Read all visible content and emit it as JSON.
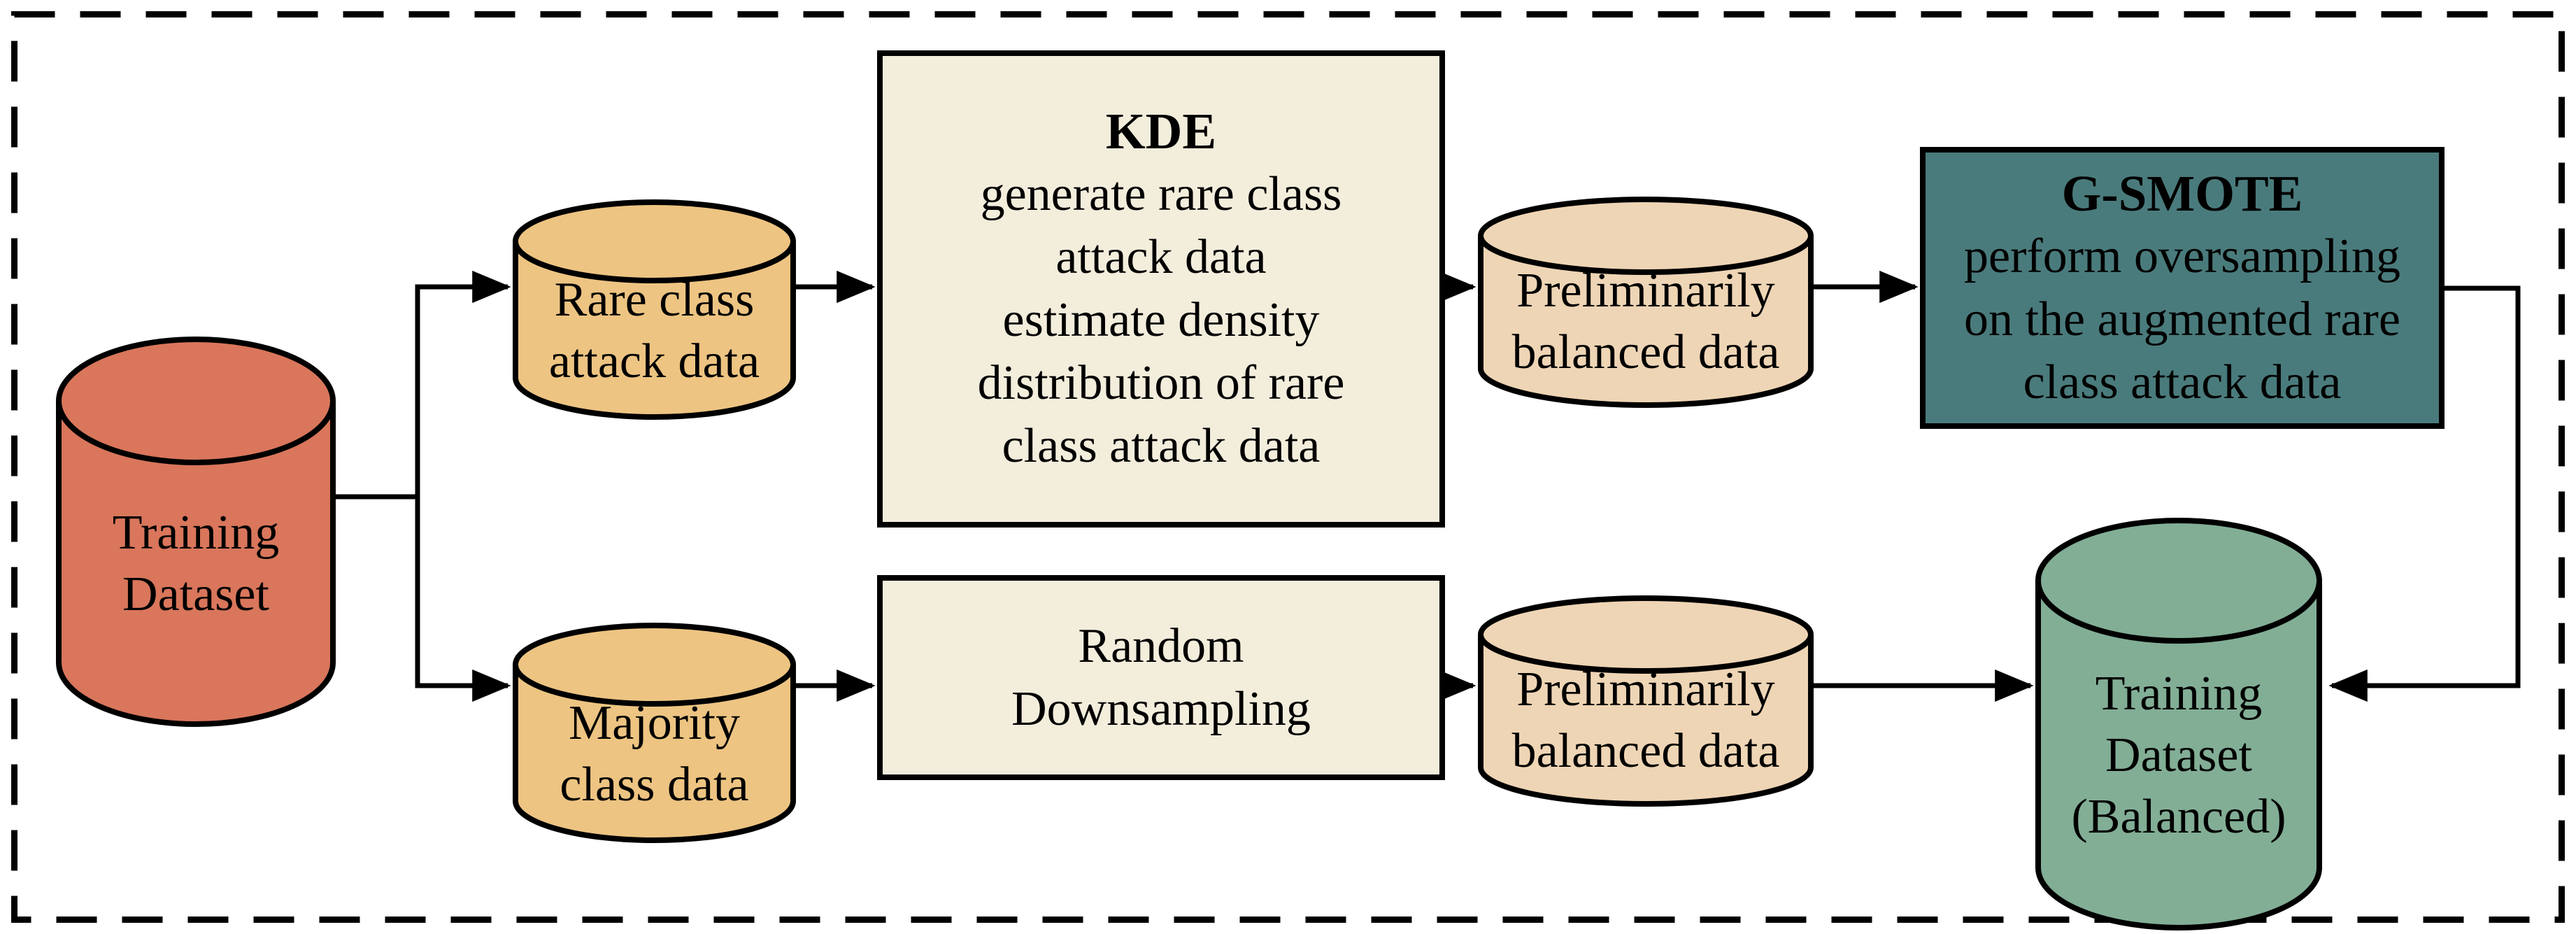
{
  "colors": {
    "background": "#FFFFFF",
    "outline": "#000000",
    "text": "#000000",
    "training_cylinder": "#D9765B",
    "class_cylinders": "#EDC482",
    "process_boxes": "#F3EDDC",
    "prelim_cylinders": "#EED5B5",
    "gsmote_box": "#4A7B7C",
    "balanced_cylinder": "#82AE96"
  },
  "nodes": {
    "training": {
      "label": "Training\nDataset",
      "type": "cylinder"
    },
    "rare": {
      "label": "Rare class\nattack data",
      "type": "cylinder"
    },
    "majority": {
      "label": "Majority\nclass data",
      "type": "cylinder"
    },
    "kde": {
      "title": "KDE",
      "body": "generate rare class\nattack data\nestimate density\ndistribution of rare\nclass attack data",
      "type": "process-box"
    },
    "random": {
      "body": "Random\nDownsampling",
      "type": "process-box"
    },
    "prelim_top": {
      "label": "Preliminarily\nbalanced data",
      "type": "cylinder"
    },
    "prelim_bottom": {
      "label": "Preliminarily\nbalanced data",
      "type": "cylinder"
    },
    "gsmote": {
      "title": "G-SMOTE",
      "body": "perform oversampling\non the augmented rare\nclass attack data",
      "type": "process-box"
    },
    "balanced": {
      "label": "Training\nDataset\n(Balanced)",
      "type": "cylinder"
    }
  },
  "edges": [
    {
      "from": "Training Dataset",
      "to": "Rare class attack data"
    },
    {
      "from": "Training Dataset",
      "to": "Majority class data"
    },
    {
      "from": "Rare class attack data",
      "to": "KDE"
    },
    {
      "from": "KDE",
      "to": "Preliminarily balanced data (top)"
    },
    {
      "from": "Preliminarily balanced data (top)",
      "to": "G-SMOTE"
    },
    {
      "from": "G-SMOTE",
      "to": "Training Dataset (Balanced)"
    },
    {
      "from": "Majority class data",
      "to": "Random Downsampling"
    },
    {
      "from": "Random Downsampling",
      "to": "Preliminarily balanced data (bottom)"
    },
    {
      "from": "Preliminarily balanced data (bottom)",
      "to": "Training Dataset (Balanced)"
    }
  ]
}
